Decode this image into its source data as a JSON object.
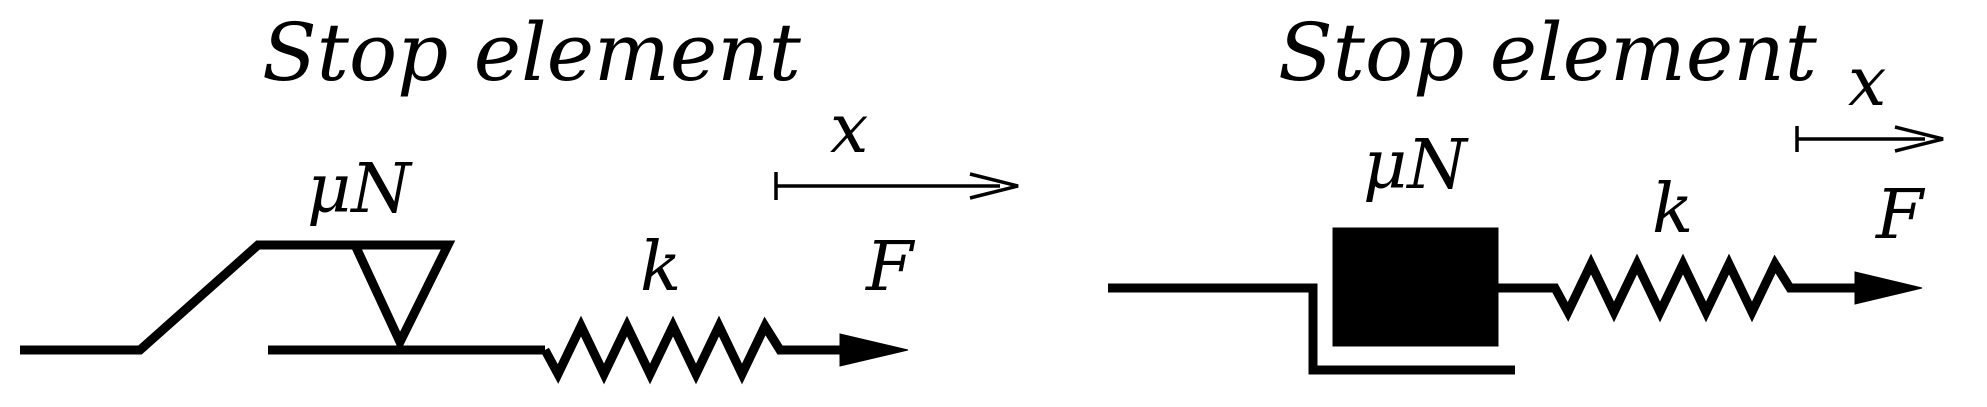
{
  "left_diagram": {
    "title": "Stop element",
    "friction_label": "μN",
    "spring_label": "k",
    "force_label": "F",
    "displacement_label": "x"
  },
  "right_diagram": {
    "title": "Stop element",
    "friction_label": "μN",
    "spring_label": "k",
    "force_label": "F",
    "displacement_label": "x"
  },
  "colors": {
    "ink": "#000000",
    "background": "#ffffff"
  }
}
